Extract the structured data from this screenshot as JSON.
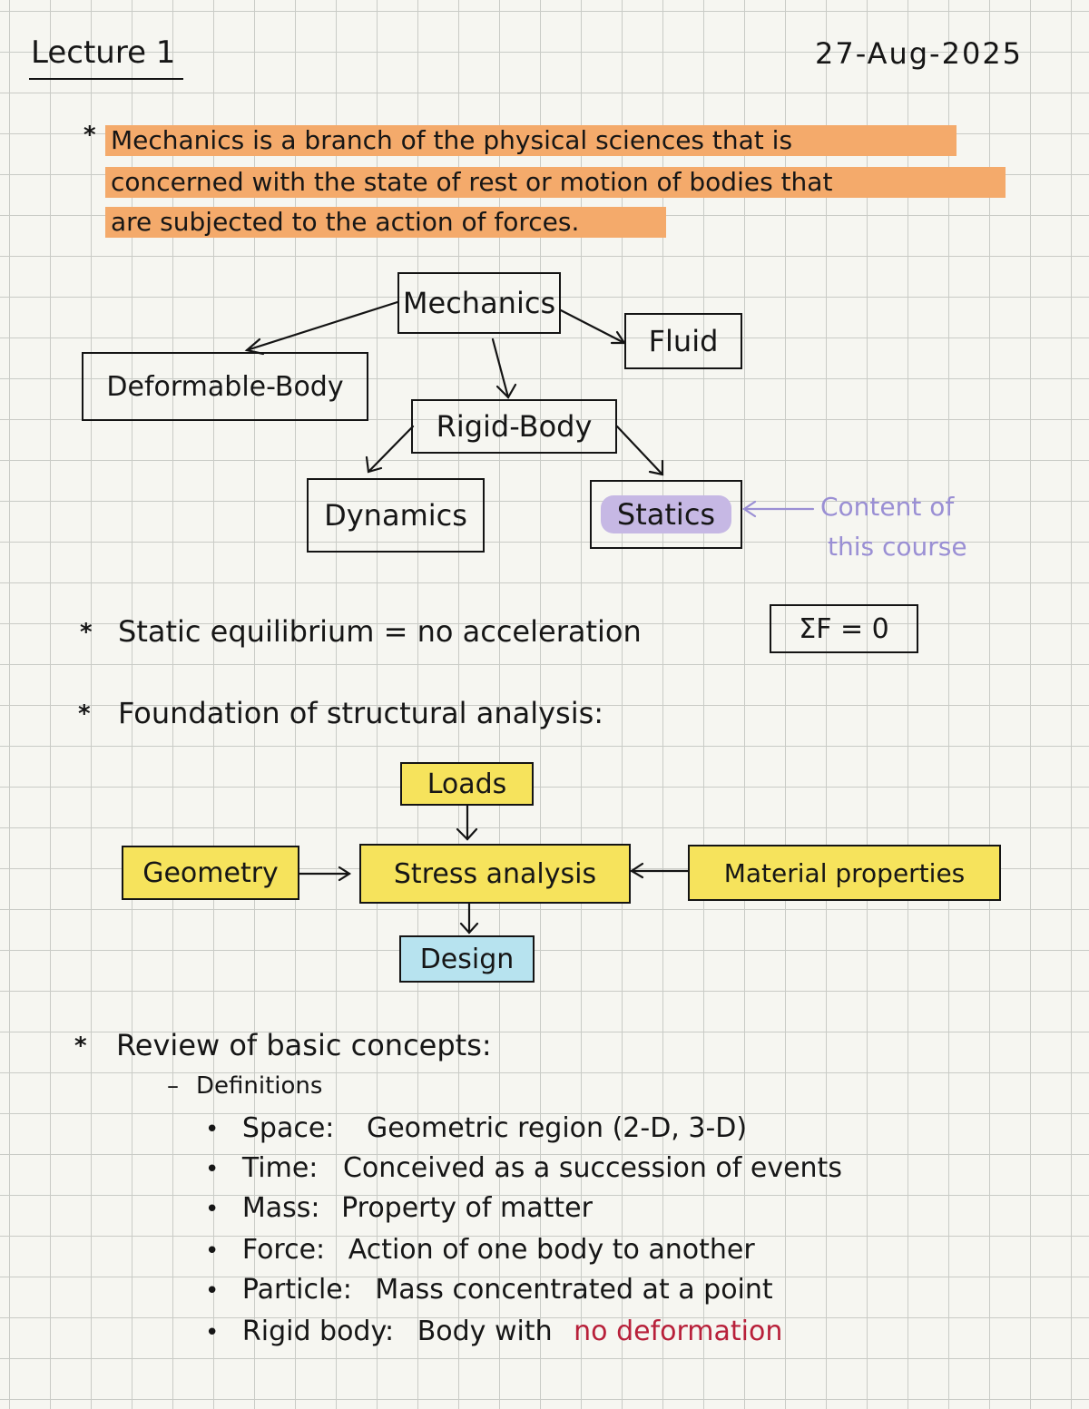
{
  "header": {
    "title": "Lecture 1",
    "date": "27-Aug-2025"
  },
  "star_icon": "*",
  "definition": {
    "line1": "Mechanics is a branch of the physical sciences that is",
    "line2": "concerned with the state of rest or motion of bodies that",
    "line3": "are subjected to the action of forces.",
    "highlight_color": "#f4aa6b"
  },
  "mechanics_diagram": {
    "root": "Mechanics",
    "deformable": "Deformable-Body",
    "fluid": "Fluid",
    "rigid": "Rigid-Body",
    "dynamics": "Dynamics",
    "statics": "Statics",
    "note_line1": "Content of",
    "note_line2": "this course",
    "note_color": "#9a8fd4"
  },
  "equilibrium": {
    "text": "Static equilibrium = no acceleration",
    "formula": "ΣF = 0"
  },
  "foundation": {
    "heading": "Foundation of structural analysis:",
    "loads": "Loads",
    "geometry": "Geometry",
    "stress": "Stress analysis",
    "material": "Material properties",
    "design": "Design",
    "yellow": "#f6e35c",
    "blue": "#b7e3ef"
  },
  "review": {
    "heading": "Review of basic concepts:",
    "sub_heading": "Definitions",
    "items": [
      {
        "term": "Space:",
        "desc": "Geometric region (2-D, 3-D)"
      },
      {
        "term": "Time:",
        "desc": "Conceived as a succession of events"
      },
      {
        "term": "Mass:",
        "desc": "Property of matter"
      },
      {
        "term": "Force:",
        "desc": "Action of one body to another"
      },
      {
        "term": "Particle:",
        "desc": "Mass concentrated at a point"
      },
      {
        "term": "Rigid body:",
        "desc": "Body with",
        "emphasis": "no deformation"
      }
    ],
    "emphasis_color": "#b8203a"
  }
}
